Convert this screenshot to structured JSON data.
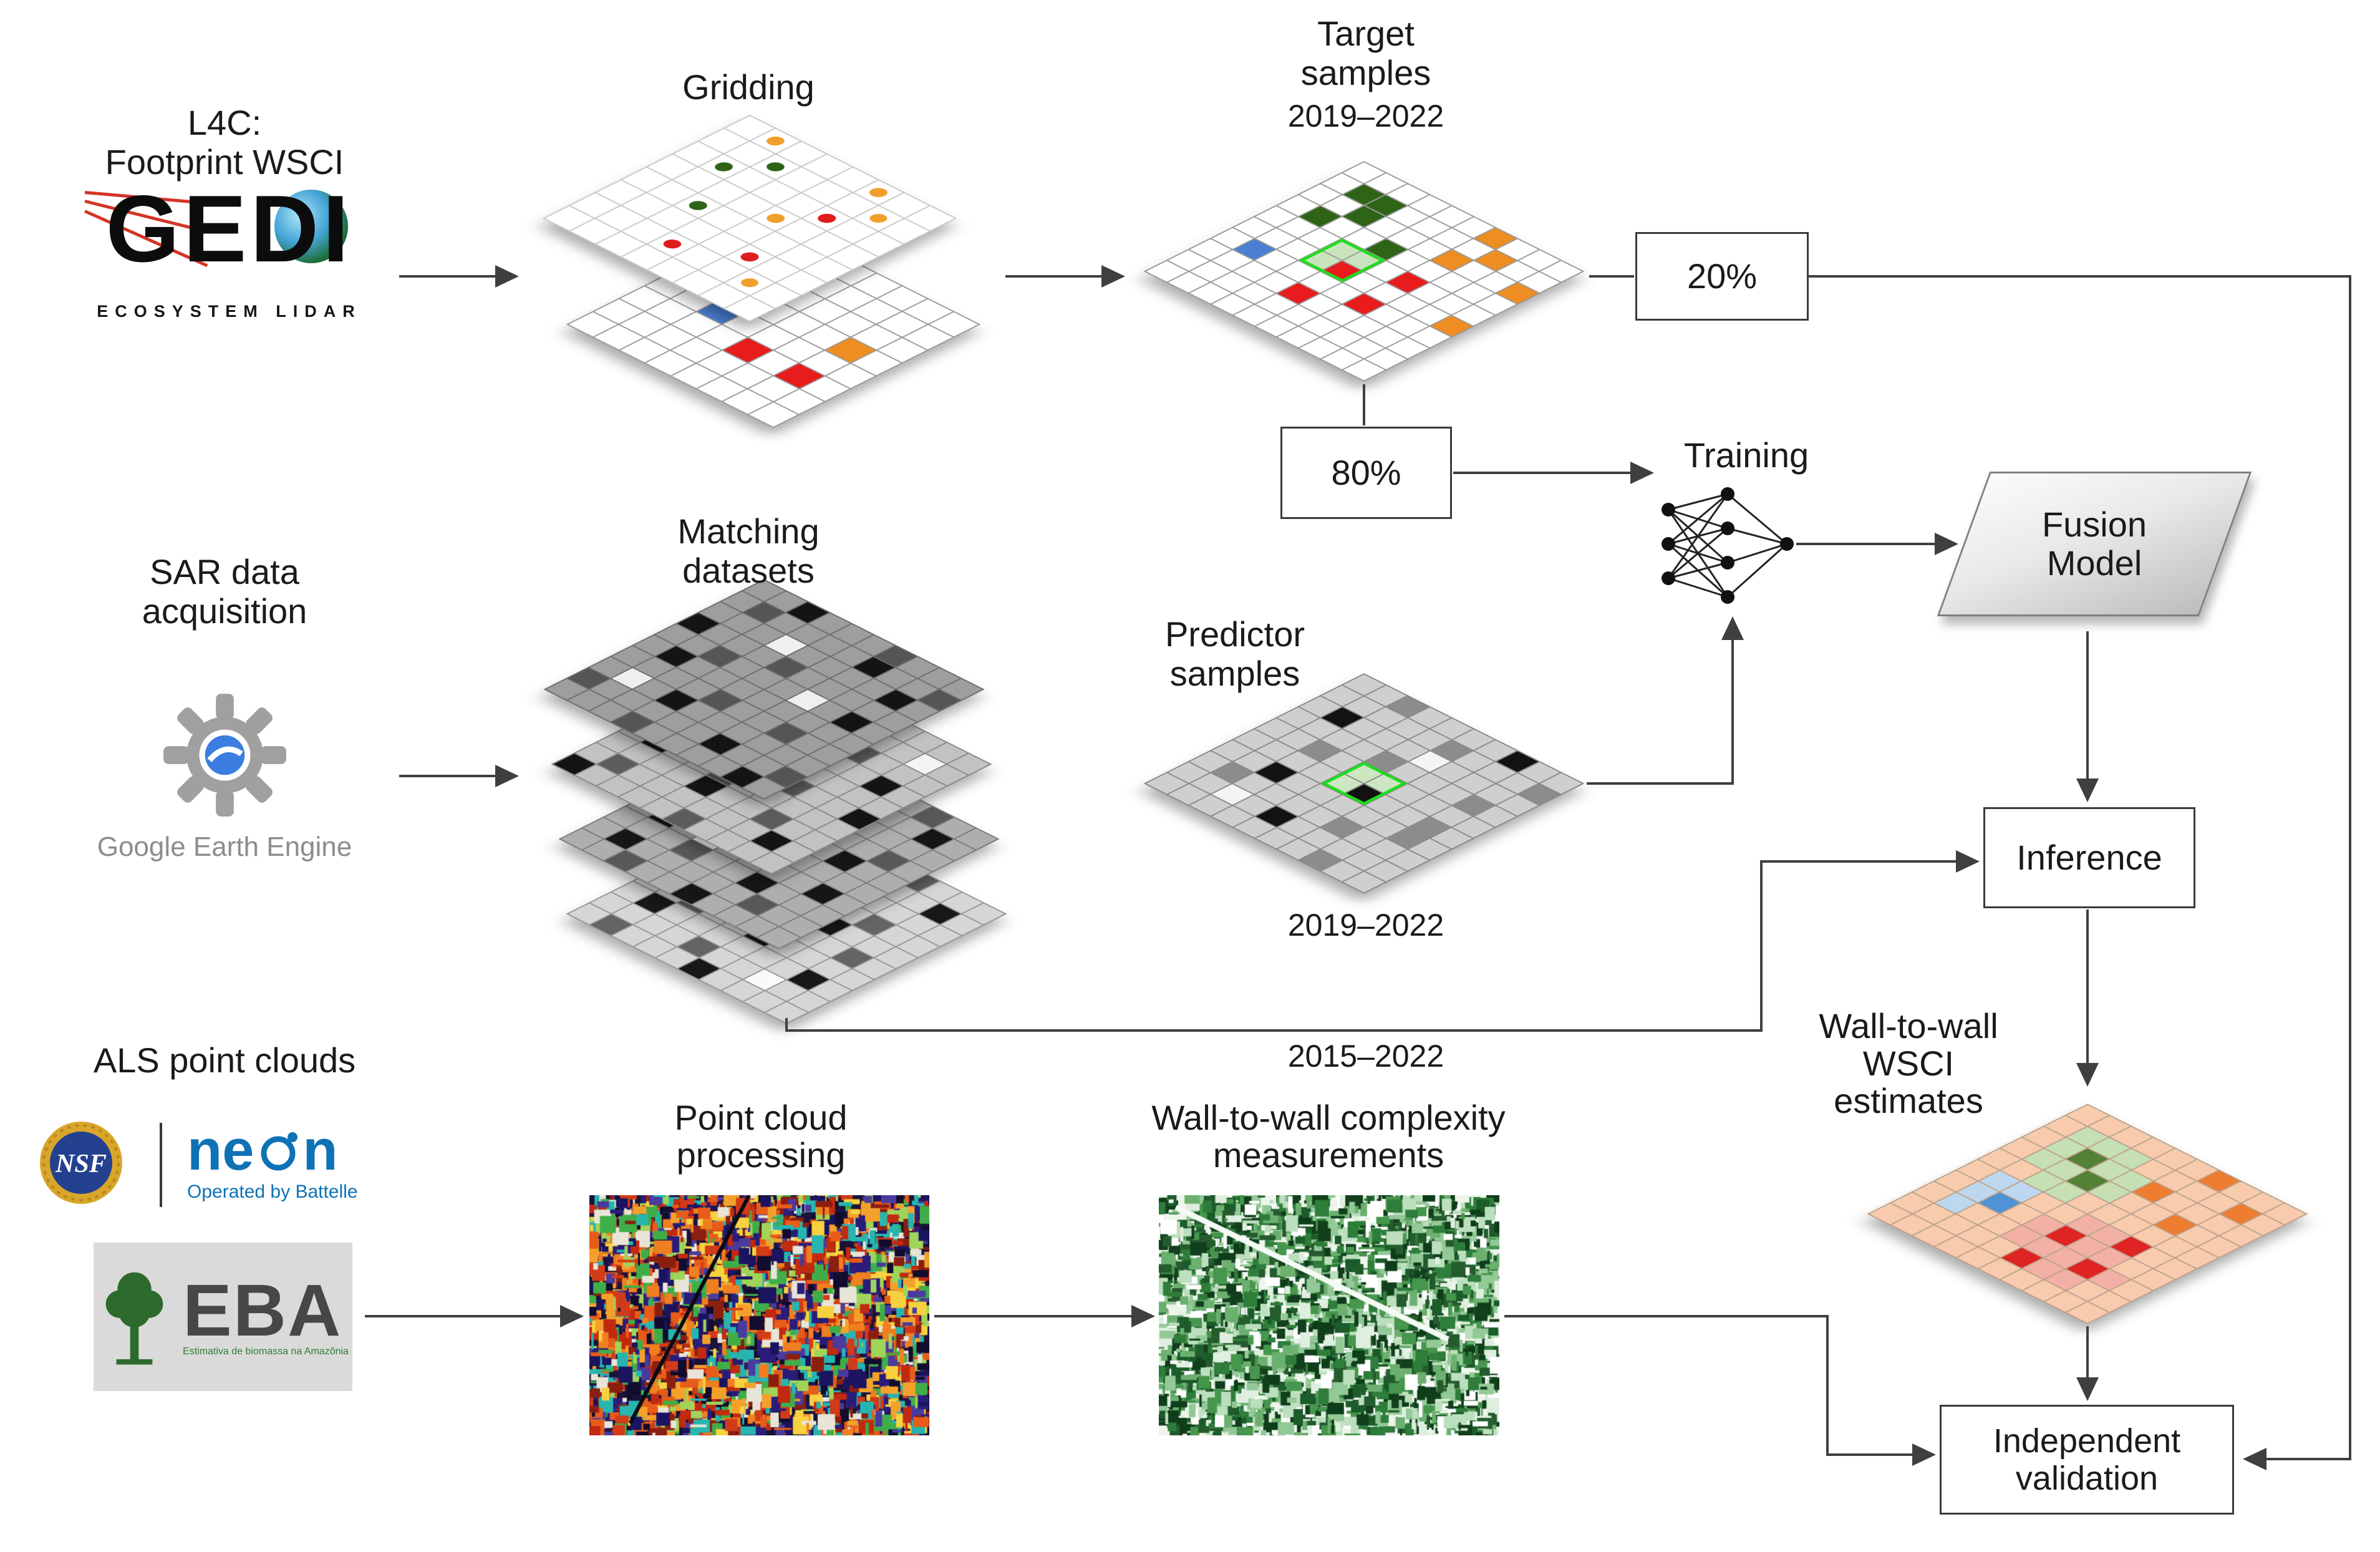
{
  "figure": {
    "background": "#ffffff",
    "arrow_color": "#3f3f3f",
    "highlight_green": "#1edc1e"
  },
  "labels": {
    "l4c_line1": "L4C:",
    "l4c_line2": "Footprint WSCI",
    "gridding": "Gridding",
    "target_line1": "Target",
    "target_line2": "samples",
    "target_years": "2019–2022",
    "split20": "20%",
    "split80": "80%",
    "training": "Training",
    "fusion_line1": "Fusion",
    "fusion_line2": "Model",
    "inference": "Inference",
    "sar_line1": "SAR data",
    "sar_line2": "acquisition",
    "gee": "Google Earth Engine",
    "matching_line1": "Matching",
    "matching_line2": "datasets",
    "predictor_line1": "Predictor",
    "predictor_line2": "samples",
    "predictor_years": "2019–2022",
    "matching_years": "2015–2022",
    "wall_line1": "Wall-to-wall",
    "wall_line2": "WSCI",
    "wall_line3": "estimates",
    "validation_line1": "Independent",
    "validation_line2": "validation",
    "als": "ALS point clouds",
    "pointcloud_line1": "Point cloud",
    "pointcloud_line2": "processing",
    "complexity_line1": "Wall-to-wall complexity",
    "complexity_line2": "measurements"
  },
  "logos": {
    "gedi": {
      "text": "GEDI",
      "sub": "ECOSYSTEM LIDAR"
    },
    "nsf": {
      "text": "NSF"
    },
    "neon": {
      "pre": "ne",
      "post": "n",
      "sub": "Operated by Battelle"
    },
    "eba": {
      "text": "EBA",
      "sub": "Estimativa de biomassa na Amazônia"
    }
  },
  "grids": {
    "gridding_dots": {
      "base": "#ffffff",
      "line": "#c8c8c8",
      "gap": 3,
      "pattern": [
        ".o...o..",
        "..g...o.",
        ".g...r..",
        "....o...",
        "..g.....",
        ".....r..",
        "...r..o.",
        "........"
      ],
      "dots": {
        "o": "#f09f2c",
        "g": "#2f6417",
        "r": "#e01c1c"
      }
    },
    "gridding_cells": {
      "base": "#ffffff",
      "line": "#9a9a9a",
      "gap": 3,
      "pattern": [
        "........",
        ".G......",
        "........",
        "......O.",
        "..B.....",
        "....R.R.",
        "........",
        "........"
      ],
      "cells": {
        "G": "#2f6417",
        "O": "#ee8d22",
        "R": "#e81c1c",
        "B": "#4a7fd4"
      }
    },
    "target": {
      "base": "#ffffff",
      "line": "#9a9a9a",
      "gap": 3,
      "pattern": [
        "......O...",
        ".GG....O..",
        "..G...O..O",
        ".G..G.....",
        "...HH.R...",
        "...HR....O",
        ".B....R...",
        "....R.....",
        "..........",
        ".........."
      ],
      "cells": {
        "G": "#2f6417",
        "O": "#ee8d22",
        "R": "#e81c1c",
        "B": "#4a7fd4",
        "H": "#c9e4bc"
      },
      "highlight": {
        "r": 4,
        "c": 3,
        "w": 2,
        "h": 2,
        "color": "#1edc1e"
      }
    },
    "sar1": {
      "base": "#9e9e9e",
      "line": "#6e6e6e",
      "gap": 3,
      "pattern": [
        "..k...d...",
        ".d....k..d",
        "...w....k.",
        "k...d.....",
        "..d...w.k.",
        ".k........",
        "....d..d..",
        ".w.k......",
        "d.....k..d",
        "...d....k."
      ],
      "cells": {
        "k": "#141414",
        "d": "#555555",
        "w": "#efefef"
      }
    },
    "sar2": {
      "base": "#c2c2c2",
      "line": "#8a8a8a",
      "gap": 3,
      "pattern": [
        ".d...k....",
        "...d....w.",
        ".k....d...",
        "....w...k.",
        ".d..k.....",
        "......d..k",
        ".k..d.....",
        "....k..d..",
        ".d......k.",
        "k....d...."
      ],
      "cells": {
        "k": "#141414",
        "d": "#5c5c5c",
        "w": "#f4f4f4"
      }
    },
    "sar3": {
      "base": "#aeaeae",
      "line": "#7c7c7c",
      "gap": 3,
      "pattern": [
        "....k..d..",
        ".d......k.",
        "..k..d....",
        "w....k..d.",
        "..d....k..",
        ".....d....",
        ".k.w....k.",
        "...d..k...",
        ".k.....d..",
        "..d..k...."
      ],
      "cells": {
        "k": "#161616",
        "d": "#585858",
        "w": "#f2f2f2"
      }
    },
    "sar4": {
      "base": "#d6d6d6",
      "line": "#979797",
      "gap": 3,
      "pattern": [
        ".k....d...",
        "....d...k.",
        ".d..k.....",
        "..k....d..",
        "....d.k...",
        ".w......d.",
        "..d..k....",
        ".k......k.",
        "....d..w..",
        ".d...k...."
      ],
      "cells": {
        "k": "#181818",
        "d": "#646464",
        "w": "#fafafa"
      }
    },
    "predictor": {
      "base": "#cfcfcf",
      "line": "#8a8a8a",
      "gap": 3,
      "pattern": [
        "..d....k..",
        ".....d...d",
        ".k...w....",
        "....d...d.",
        "..d.HH....",
        "....Hk..d.",
        "..k.....d.",
        ".d....d...",
        "..w.k.....",
        ".......d.."
      ],
      "cells": {
        "k": "#121212",
        "d": "#8c8c8c",
        "w": "#f4f4f4",
        "H": "#cde6c2"
      },
      "highlight": {
        "r": 4,
        "c": 4,
        "w": 2,
        "h": 2,
        "color": "#1edc1e"
      }
    },
    "estimates": {
      "base": "#f8cbad",
      "line": "#bba28c",
      "gap": 3,
      "pattern": [
        "ppppppOppp",
        "plllppppOp",
        "plGllOpppp",
        "pllGlppOpp",
        "ppllpppppp",
        "puuppeeRpp",
        "puUpeReepp",
        "puppeeeRep",
        "pppppReepp",
        "pppppppppp"
      ],
      "cells": {
        "p": "#f8cbad",
        "O": "#ed7d31",
        "l": "#c6e0b4",
        "G": "#538135",
        "u": "#bdd7ee",
        "U": "#4f93d6",
        "e": "#f2b1a4",
        "R": "#e02424"
      }
    }
  },
  "noise": {
    "pointcloud": {
      "bg": "#1c1238",
      "count": 2600,
      "max": 26,
      "seed": 7,
      "palette": [
        "#d23b18",
        "#e85c1a",
        "#f4a12c",
        "#f7d23e",
        "#8a1f10",
        "#27b5b0",
        "#3fae49",
        "#9fd45a",
        "#1b1460",
        "#2a1d7a",
        "#120c2e",
        "#4a3b9e",
        "#e8e4d8",
        "#c22a10",
        "#ef7f20"
      ],
      "line": {
        "x1": 0.47,
        "y1": 0.0,
        "x2": 0.12,
        "y2": 0.95,
        "color": "#0a0a12",
        "w": 6
      }
    },
    "complexity": {
      "bg": "#eef6ec",
      "count": 2600,
      "max": 24,
      "seed": 11,
      "palette": [
        "#0e3d1a",
        "#1c5c2a",
        "#2e7d3b",
        "#47964d",
        "#6cb070",
        "#93c897",
        "#bcdfbd",
        "#dfefdf",
        "#ffffff",
        "#245c2e",
        "#123f1c"
      ],
      "line": {
        "x1": 0.05,
        "y1": 0.05,
        "x2": 0.85,
        "y2": 0.6,
        "color": "#f4faf4",
        "w": 9
      }
    }
  }
}
